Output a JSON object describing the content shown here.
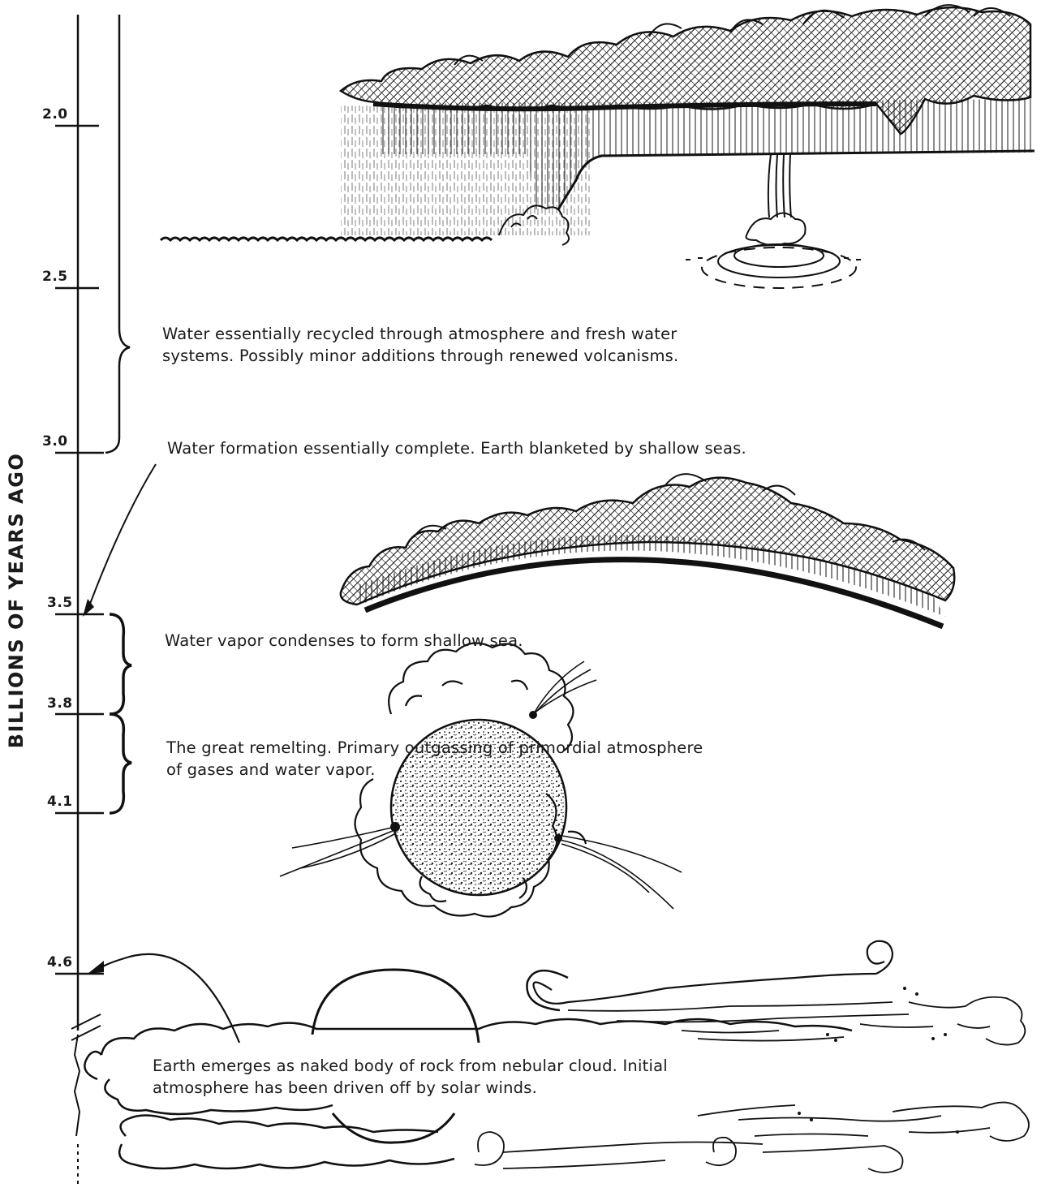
{
  "axis": {
    "title": "BILLIONS OF YEARS AGO",
    "ticks": [
      "2.0",
      "2.5",
      "3.0",
      "3.5",
      "3.8",
      "4.1",
      "4.6"
    ]
  },
  "captions": {
    "recycled": "Water essentially recycled through atmosphere and fresh water\nsystems. Possibly minor additions through renewed volcanisms.",
    "formation": "Water formation essentially complete. Earth blanketed by shallow seas.",
    "condenses": "Water vapor condenses to form shallow sea.",
    "remelting": "The great remelting. Primary outgassing of primordial atmosphere\nof gases and water vapor.",
    "emerges": "Earth emerges as naked body of rock from nebular cloud. Initial\natmosphere has been driven off by solar winds."
  }
}
